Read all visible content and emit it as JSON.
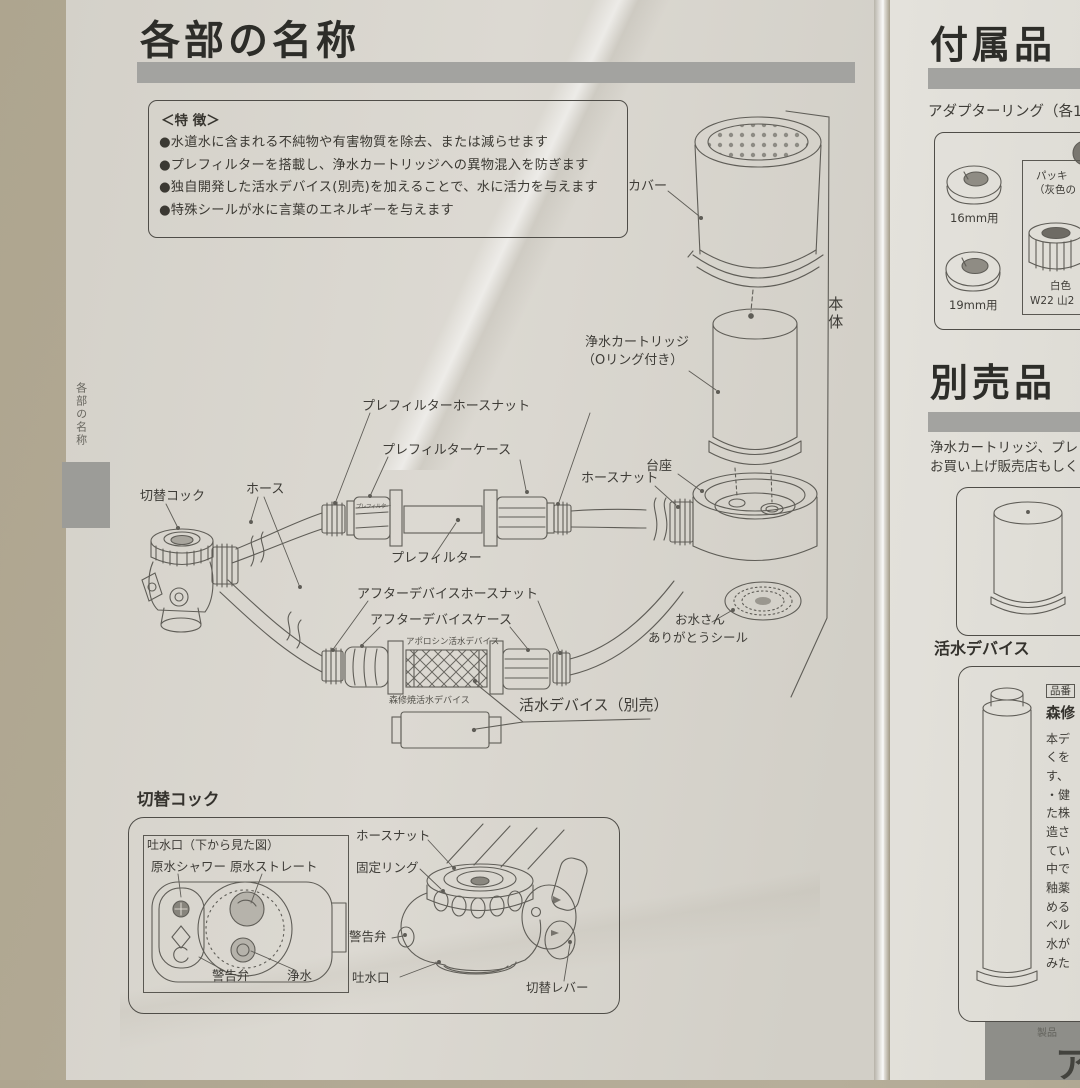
{
  "left_page": {
    "title": "各部の名称",
    "side_tab": "各部の名称",
    "features": {
      "heading": "＜特 徴＞",
      "items": [
        "●水道水に含まれる不純物や有害物質を除去、または減らせます",
        "●プレフィルターを搭載し、浄水カートリッジへの異物混入を防ぎます",
        "●独自開発した活水デバイス(別売)を加えることで、水に活力を与えます",
        "●特殊シールが水に言葉のエネルギーを与えます"
      ]
    },
    "diagram": {
      "cover": "カバー",
      "body_vertical": "本体",
      "cartridge_l1": "浄水カートリッジ",
      "cartridge_l2": "（Oリング付き）",
      "prefilter_hose_nut": "プレフィルターホースナット",
      "prefilter_case": "プレフィルターケース",
      "pedestal": "台座",
      "hose_nut": "ホースナット",
      "switch_cock": "切替コック",
      "hose": "ホース",
      "prefilter": "プレフィルター",
      "prefilter_case_print": "プレフィルター",
      "after_hose_nut": "アフターデバイスホースナット",
      "after_case": "アフターデバイスケース",
      "apollon_print": "アポロシン活水デバイス",
      "shinshu_print": "森修焼活水デバイス",
      "kassui_separate": "活水デバイス（別売）",
      "seal_l1": "お水さん",
      "seal_l2": "ありがとうシール"
    },
    "cock": {
      "heading": "切替コック",
      "outlet_view": "吐水口（下から見た図）",
      "raw_shower": "原水シャワー",
      "raw_straight": "原水ストレート",
      "warning_valve_l": "警告弁",
      "purified": "浄水",
      "hose_nut": "ホースナット",
      "fixing_ring": "固定リング",
      "warning_valve_r": "警告弁",
      "outlet": "吐水口",
      "switch_lever": "切替レバー"
    }
  },
  "right_page": {
    "accessories_title": "付属品",
    "adapter_label": "アダプターリング（各1",
    "ring_16": "16mm用",
    "ring_19": "19mm用",
    "packing_l1": "パッキ",
    "packing_l2": "（灰色の",
    "nut_white": "白色",
    "nut_spec": "W22 山2",
    "separate_title": "別売品",
    "separate_l1": "浄水カートリッジ、プレフィ",
    "separate_l2": "お買い上げ販売店もしく",
    "device_title": "活水デバイス",
    "part_no": "品番",
    "brand": "森修",
    "desc": [
      "本デ",
      "くを",
      "す、",
      "・健",
      "た株",
      "造さ",
      "てい",
      "中で",
      "釉薬",
      "める",
      "ベル",
      "水が",
      "みた"
    ],
    "footer_small": "製品",
    "footer_large": "ア"
  }
}
